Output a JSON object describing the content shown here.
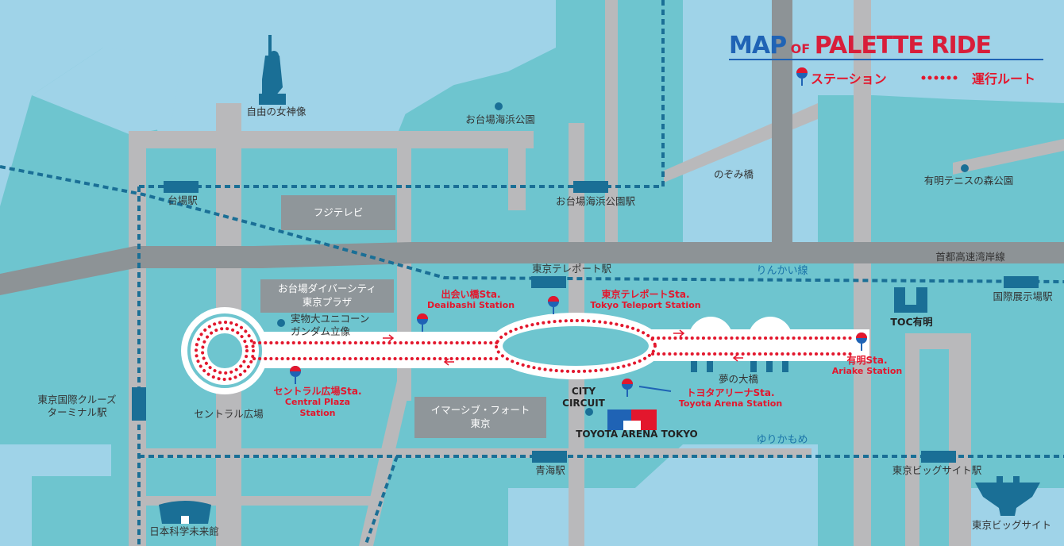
{
  "title": {
    "map": "MAP",
    "of": "OF",
    "palette_ride": "PALETTE RIDE"
  },
  "legend": {
    "station": "ステーション",
    "route": "運行ルート"
  },
  "labels": {
    "statue_of_liberty": "自由の女神像",
    "odaiba_kaihin_park": "お台場海浜公園",
    "nozomi_bridge": "のぞみ橋",
    "ariake_tennis_park": "有明テニスの森公園",
    "daiba_station": "台場駅",
    "odaiba_kaihin_koen_station": "お台場海浜公園駅",
    "shuto_expressway": "首都高速湾岸線",
    "tokyo_teleport_station": "東京テレポート駅",
    "rinkai_line": "りんかい線",
    "kokusai_tenjijo_station": "国際展示場駅",
    "toc_ariake": "TOC有明",
    "gundam": "実物大ユニコーン\nガンダム立像",
    "yume_no_ohashi": "夢の大橋",
    "city_circuit": "CITY\nCIRCUIT",
    "toyota_arena": "TOYOTA ARENA TOKYO",
    "cruise_terminal": "東京国際クルーズ\nターミナル駅",
    "central_square": "セントラル広場",
    "yurikamome": "ゆりかもめ",
    "aomi_station": "青海駅",
    "big_sight_station": "東京ビッグサイト駅",
    "miraikan": "日本科学未来館",
    "big_sight": "東京ビッグサイト"
  },
  "buildings": {
    "fuji_tv": "フジテレビ",
    "divercity": "お台場ダイバーシティ\n東京プラザ",
    "immersive_fort": "イマーシブ・フォート\n東京"
  },
  "stations": [
    {
      "jp": "出会い橋Sta.",
      "en": "Deaibashi Station"
    },
    {
      "jp": "東京テレポートSta.",
      "en": "Tokyo Teleport Station"
    },
    {
      "jp": "有明Sta.",
      "en": "Ariake Station"
    },
    {
      "jp": "トヨタアリーナSta.",
      "en": "Toyota Arena Station"
    },
    {
      "jp": "セントラル広場Sta.",
      "en": "Central Plaza\nStation"
    }
  ],
  "colors": {
    "water": "#9fd3e8",
    "land": "#6ec5cf",
    "road": "#b9b9bb",
    "highway": "#8d9396",
    "building": "#8f969a",
    "route_red": "#e3172d",
    "rail_blue": "#1a6f96"
  }
}
